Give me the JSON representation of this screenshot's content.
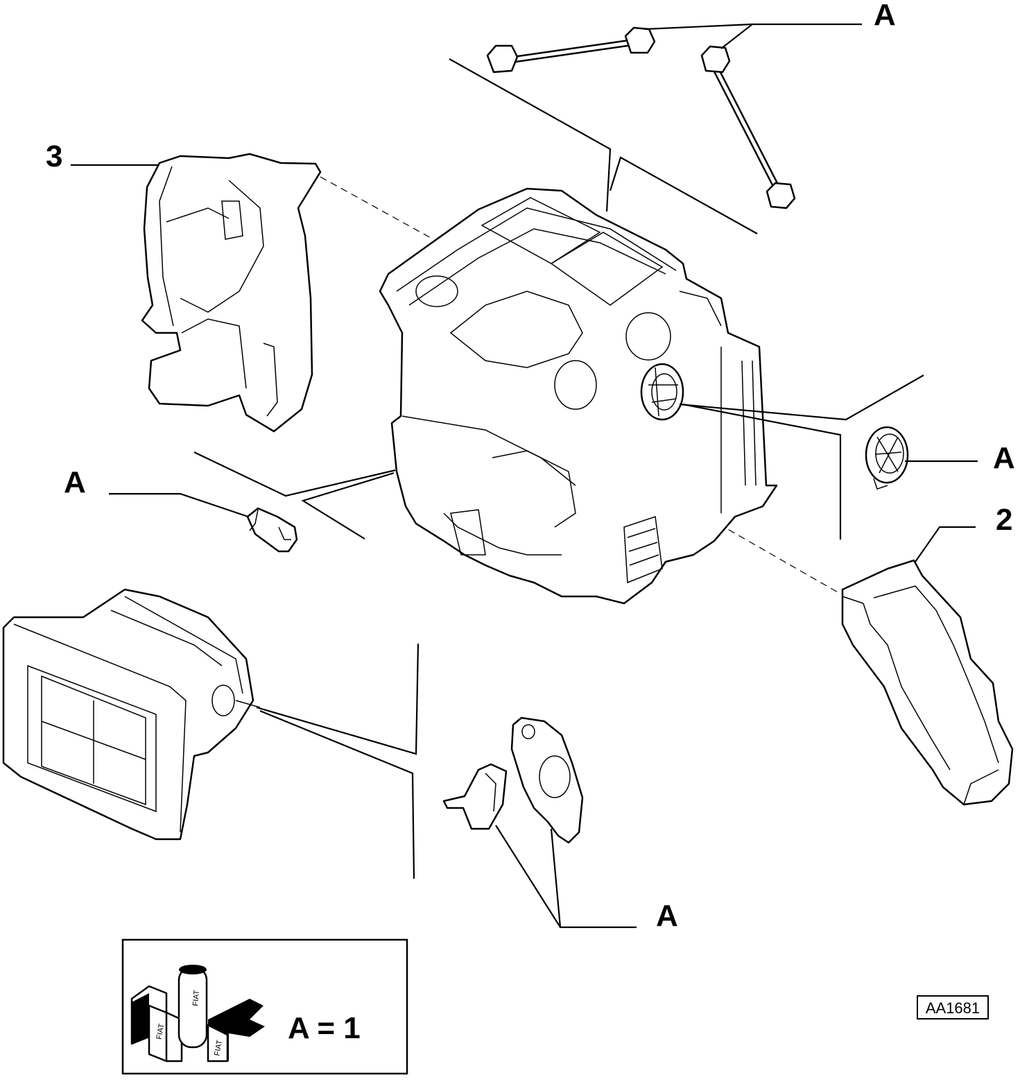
{
  "callouts": {
    "a_top_right": "A",
    "num_3": "3",
    "a_right_gear": "A",
    "num_2": "2",
    "a_left_pin": "A",
    "a_bottom": "A"
  },
  "legend": {
    "equation": "A = 1",
    "logo_text": "FIAT"
  },
  "drawing_code": "AA1681",
  "colors": {
    "line": "#000000",
    "background": "#ffffff"
  }
}
